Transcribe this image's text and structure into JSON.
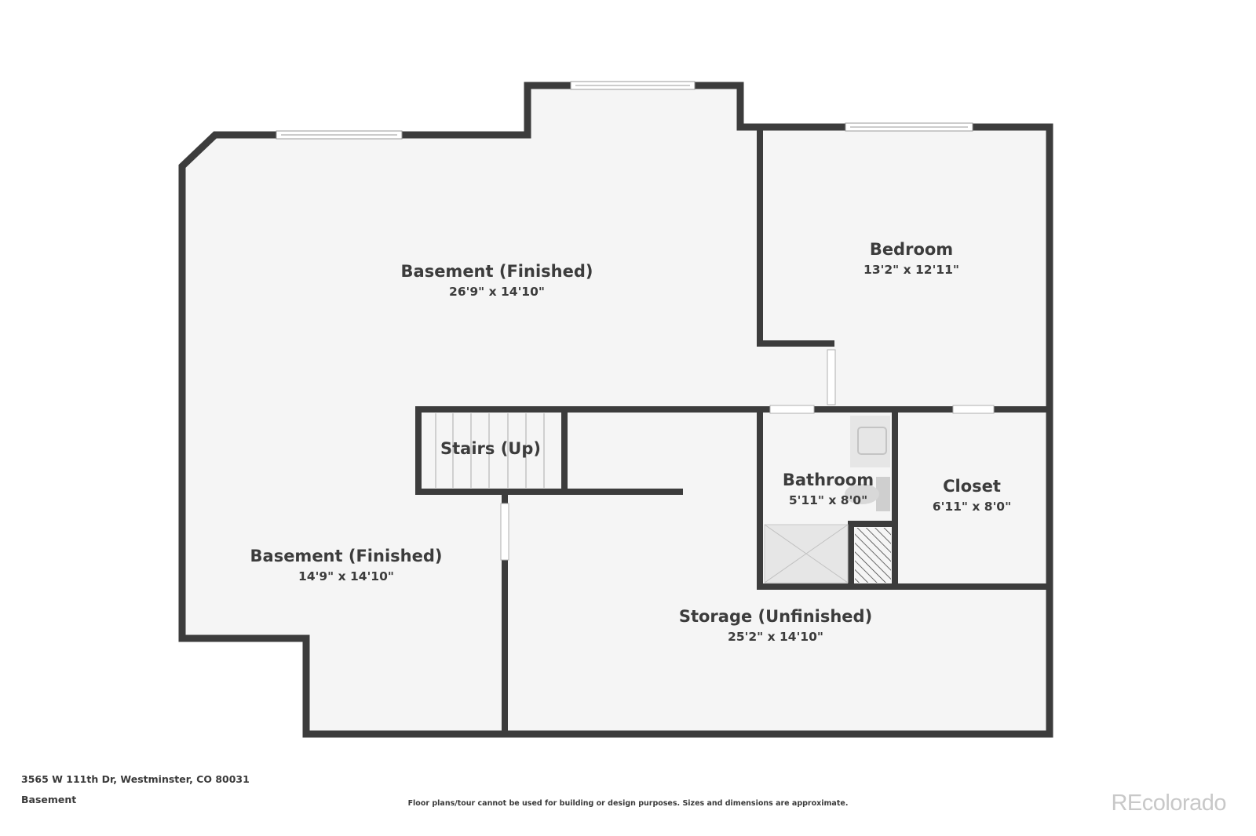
{
  "rooms": [
    {
      "id": "basement-finished-1",
      "name": "Basement (Finished)",
      "dims": "26'9\" x 14'10\""
    },
    {
      "id": "bedroom",
      "name": "Bedroom",
      "dims": "13'2\" x 12'11\""
    },
    {
      "id": "stairs",
      "name": "Stairs (Up)",
      "dims": ""
    },
    {
      "id": "bathroom",
      "name": "Bathroom",
      "dims": "5'11\" x 8'0\""
    },
    {
      "id": "closet",
      "name": "Closet",
      "dims": "6'11\" x 8'0\""
    },
    {
      "id": "basement-finished-2",
      "name": "Basement (Finished)",
      "dims": "14'9\" x 14'10\""
    },
    {
      "id": "storage",
      "name": "Storage (Unfinished)",
      "dims": "25'2\" x 14'10\""
    }
  ],
  "footer": {
    "address": "3565 W 111th Dr, Westminster, CO 80031",
    "floor": "Basement",
    "disclaimer": "Floor plans/tour cannot be used for building or design purposes. Sizes and dimensions are approximate.",
    "brand": "REcolorado"
  },
  "colors": {
    "wall": "#3c3c3c",
    "floor": "#f5f5f5",
    "fixture": "#d8d8d8"
  }
}
